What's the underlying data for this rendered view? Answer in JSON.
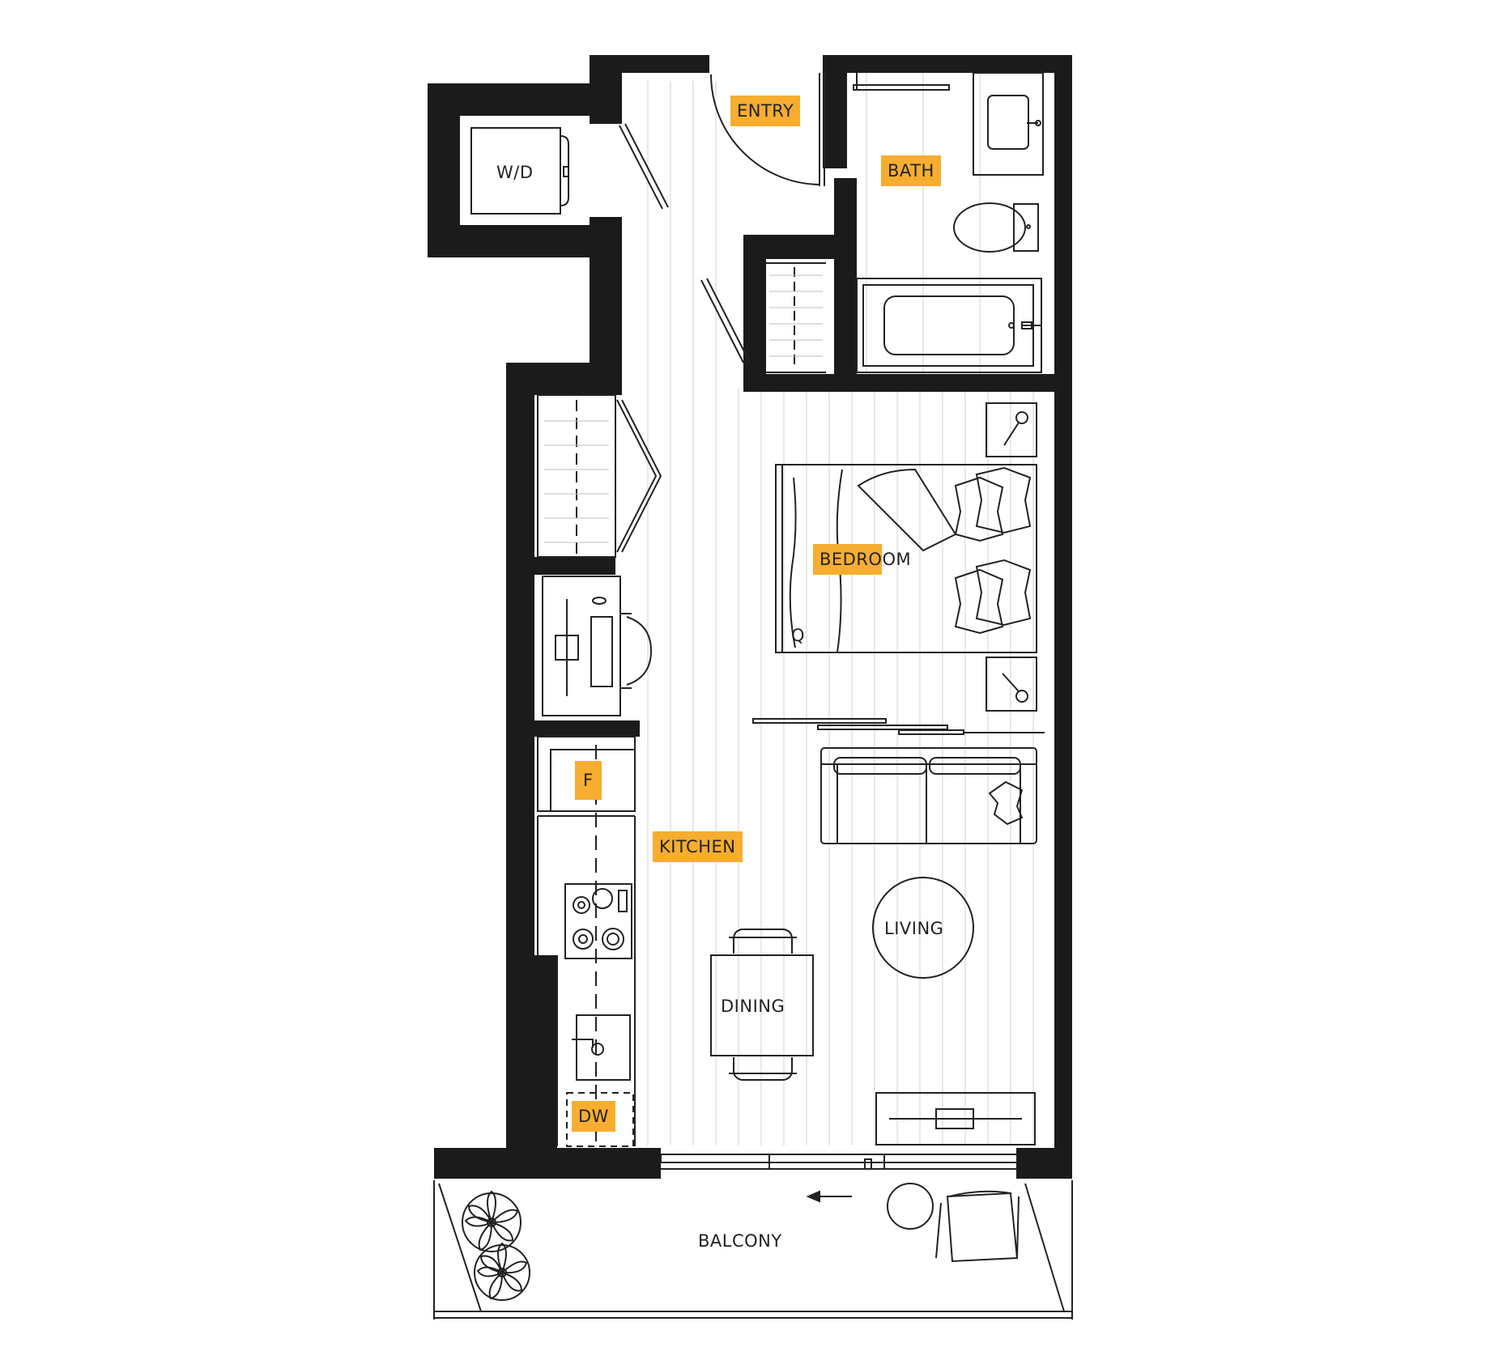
{
  "colors": {
    "wall": "#1b1b1b",
    "highlight": "#f6ad30",
    "line": "#222222",
    "floor_line": "#d2d2d2"
  },
  "labels": {
    "entry": "ENTRY",
    "bath": "BATH",
    "wd": "W/D",
    "bedroom_tag": "BEDRO",
    "bedroom_rest": "OM",
    "bed_size": "Q",
    "fridge": "F",
    "kitchen": "KITCHEN",
    "living": "LIVING",
    "dining": "DINING",
    "dishwasher": "DW",
    "balcony": "BALCONY"
  },
  "icons": {
    "door": "door-swing-icon",
    "plant": "plant-icon",
    "arrow": "slide-arrow-icon"
  }
}
